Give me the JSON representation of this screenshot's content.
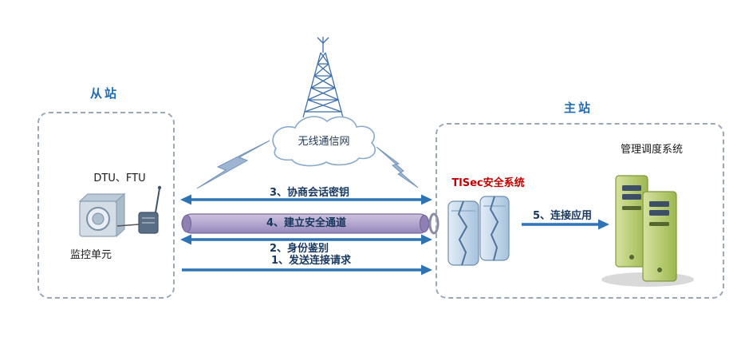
{
  "cloud": {
    "label": "无线通信网"
  },
  "slave_station": {
    "title": "从站",
    "device_label": "DTU、FTU",
    "unit_label": "监控单元"
  },
  "master_station": {
    "title": "主站",
    "security_system_label": "TlSec安全系统",
    "management_system_label": "管理调度系统"
  },
  "flows": {
    "step1": "1、发送连接请求",
    "step2": "2、身份鉴别",
    "step3": "3、协商会话密钥",
    "step4": "4、建立安全通道",
    "step5": "5、连接应用"
  },
  "icons": {
    "tower": "radio-tower-icon",
    "cloud": "cloud-shape",
    "lightning_left": "lightning-bolt-icon",
    "lightning_right": "lightning-bolt-icon",
    "monitoring_unit": "monitoring-device-icon",
    "modem": "modem-antenna-icon",
    "security_servers": "security-server-pair-icon",
    "management_servers": "server-tower-pair-icon"
  },
  "colors": {
    "arrow_blue": "#2e74b5",
    "station_title_blue": "#1f6cb0",
    "security_red": "#c00000",
    "tube_fill": "#b3a6ce",
    "tube_border": "#7b6ba3",
    "server_blue": "#a6c2dd",
    "server_green": "#a3bd55"
  }
}
